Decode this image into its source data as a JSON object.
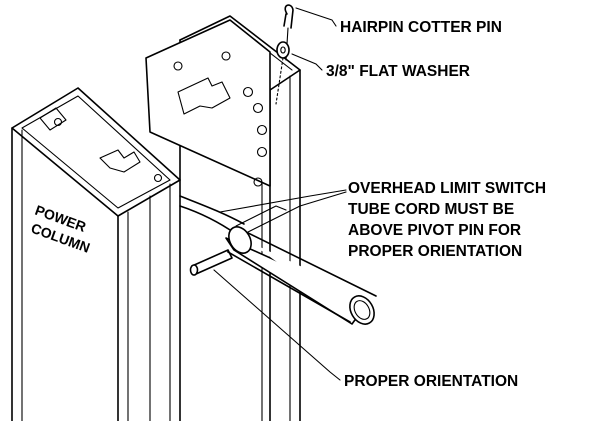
{
  "labels": {
    "cotter_pin": "HAIRPIN COTTER PIN",
    "washer": "3/8\" FLAT WASHER",
    "limit_switch": {
      "line1": "OVERHEAD LIMIT SWITCH",
      "line2": "TUBE CORD MUST BE",
      "line3": "ABOVE PIVOT PIN FOR",
      "line4": "PROPER ORIENTATION"
    },
    "proper_orientation": "PROPER ORIENTATION",
    "column": {
      "line1": "POWER",
      "line2": "COLUMN"
    }
  },
  "colors": {
    "ink": "#000000",
    "paper": "#ffffff"
  }
}
